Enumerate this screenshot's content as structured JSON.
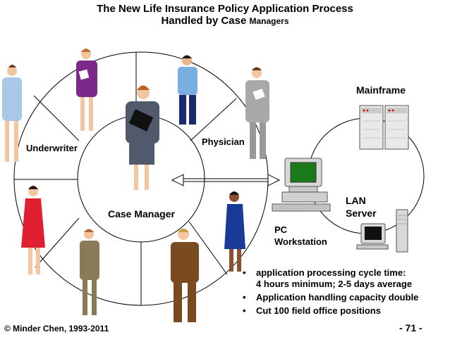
{
  "title": {
    "line1": "The New Life Insurance Policy Application Process",
    "line2_main": "Handled by Case ",
    "line2_small": "Managers"
  },
  "wheel": {
    "center_label": "Case Manager",
    "labels": {
      "underwriter": "Underwriter",
      "physician": "Physician"
    }
  },
  "network": {
    "mainframe": "Mainframe",
    "lan_line1": "LAN",
    "lan_line2": "Server",
    "pc_line1": "PC",
    "pc_line2": "Workstation"
  },
  "bullets": [
    {
      "marker": "•",
      "line1": "application processing cycle time:",
      "line2": "4 hours minimum; 2-5 days average"
    },
    {
      "marker": "•",
      "line1": "Application handling capacity double"
    },
    {
      "marker": "•",
      "line1": "Cut 100 field office positions"
    }
  ],
  "footer": {
    "copyright": "© Minder Chen, 1993-2011",
    "page": "- 71 -"
  },
  "colors": {
    "monitor_screen": "#1a7a1a",
    "person_purple": "#7b2a8a",
    "person_red": "#e02030",
    "person_blue": "#1a3a9a",
    "person_brown": "#7a4a20"
  }
}
